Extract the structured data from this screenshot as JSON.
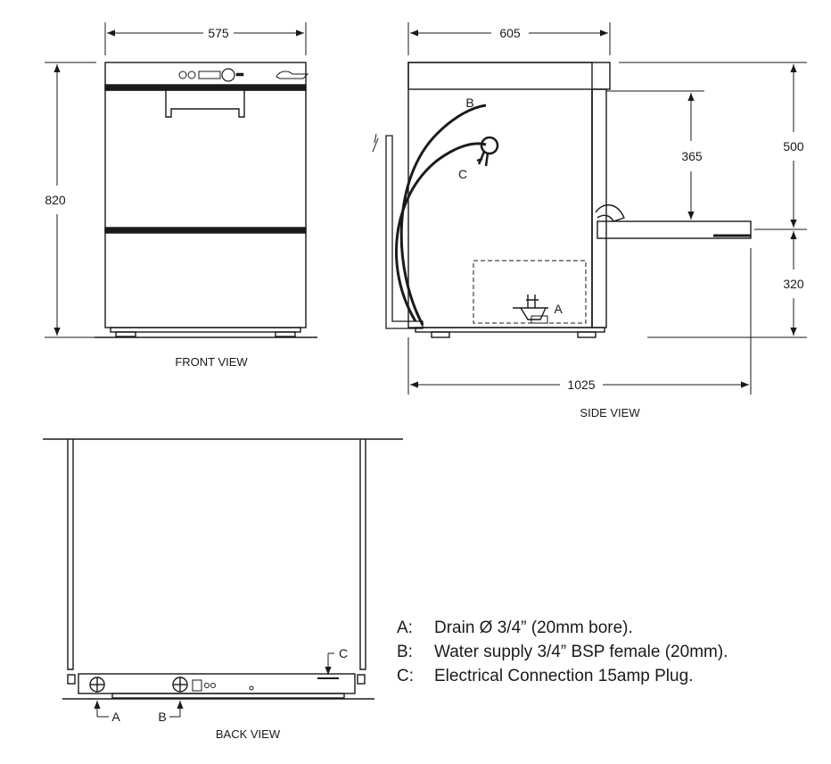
{
  "dimensions": {
    "front_width": "575",
    "side_depth": "605",
    "height": "820",
    "door_open_depth": "1025",
    "open_height_upper": "500",
    "open_height_lower": "320",
    "upper_offset": "365"
  },
  "views": {
    "front": "FRONT VIEW",
    "side": "SIDE VIEW",
    "back": "BACK VIEW"
  },
  "callouts": {
    "a": "A",
    "b": "B",
    "c": "C"
  },
  "legend": [
    {
      "key": "A:",
      "text": "Drain Ø 3/4” (20mm bore)."
    },
    {
      "key": "B:",
      "text": "Water supply 3/4” BSP female (20mm)."
    },
    {
      "key": "C:",
      "text": "Electrical Connection 15amp Plug."
    }
  ]
}
